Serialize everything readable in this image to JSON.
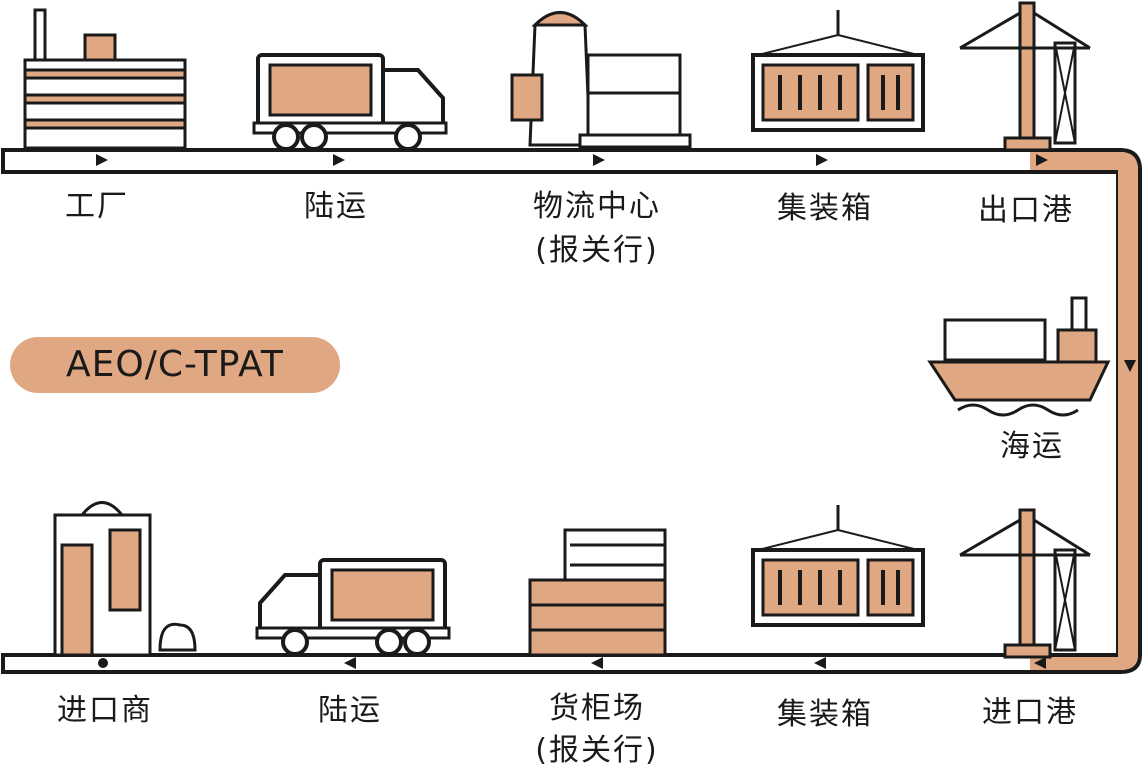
{
  "colors": {
    "accent": "#e0a882",
    "ink": "#1a1a1a"
  },
  "badge": "AEO/C-TPAT",
  "top_row": [
    {
      "label": "工厂",
      "icon": "factory-icon"
    },
    {
      "label": "陆运",
      "icon": "truck-icon"
    },
    {
      "label": "物流中心",
      "sub": "(报关行)",
      "icon": "worker-boxes-icon"
    },
    {
      "label": "集装箱",
      "icon": "container-icon"
    },
    {
      "label": "出口港",
      "icon": "crane-icon"
    }
  ],
  "middle": {
    "label": "海运",
    "icon": "ship-icon"
  },
  "bottom_row": [
    {
      "label": "进口商",
      "icon": "office-building-icon"
    },
    {
      "label": "陆运",
      "icon": "truck-icon"
    },
    {
      "label": "货柜场",
      "sub": "(报关行)",
      "icon": "container-yard-icon"
    },
    {
      "label": "集装箱",
      "icon": "container-icon"
    },
    {
      "label": "进口港",
      "icon": "crane-icon"
    }
  ]
}
